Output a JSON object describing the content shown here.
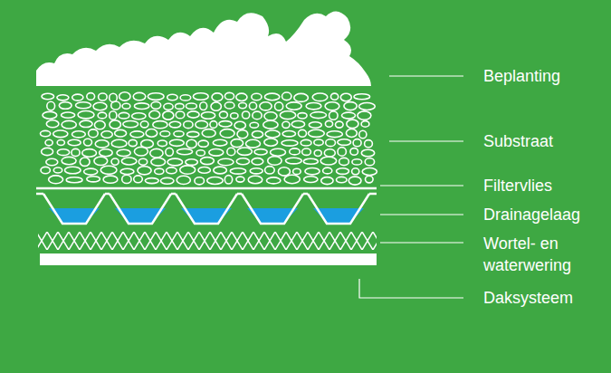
{
  "diagram": {
    "labels": [
      "Beplanting",
      "Substraat",
      "Filtervlies",
      "Drainagelaag",
      "Wortel- en waterwering",
      "Daksysteem"
    ]
  }
}
